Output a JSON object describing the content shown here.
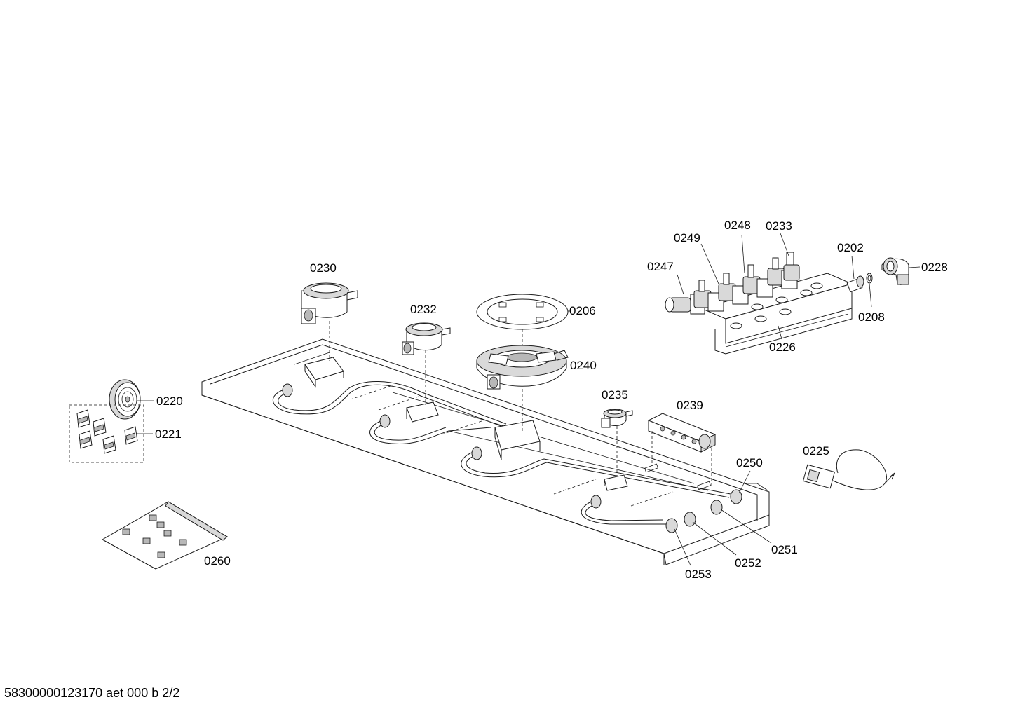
{
  "labels": {
    "p0230": "0230",
    "p0232": "0232",
    "p0206": "0206",
    "p0240": "0240",
    "p0235": "0235",
    "p0239": "0239",
    "p0220": "0220",
    "p0221": "0221",
    "p0260": "0260",
    "p0247": "0247",
    "p0249": "0249",
    "p0248": "0248",
    "p0233": "0233",
    "p0202": "0202",
    "p0228": "0228",
    "p0208": "0208",
    "p0226": "0226",
    "p0225": "0225",
    "p0250": "0250",
    "p0251": "0251",
    "p0252": "0252",
    "p0253": "0253"
  },
  "footer": "58300000123170 aet 000 b 2/2",
  "colors": {
    "line": "#1a1a1a",
    "shade": "#d9d9d9",
    "background": "#ffffff"
  }
}
